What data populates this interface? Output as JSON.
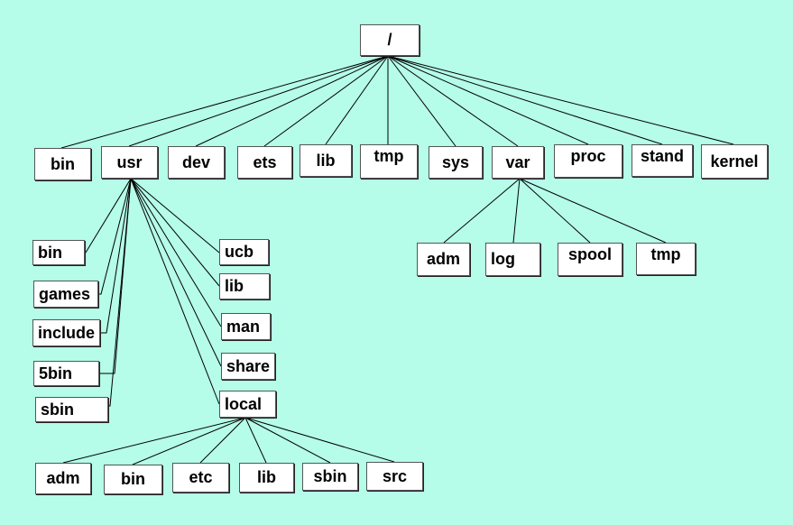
{
  "diagram": {
    "root": "/",
    "top_level": [
      "bin",
      "usr",
      "dev",
      "ets",
      "lib",
      "tmp",
      "sys",
      "var",
      "proc",
      "stand",
      "kernel"
    ],
    "usr_left": [
      "bin",
      "games",
      "include",
      "5bin",
      "sbin"
    ],
    "usr_right": [
      "ucb",
      "lib",
      "man",
      "share",
      "local"
    ],
    "local_children": [
      "adm",
      "bin",
      "etc",
      "lib",
      "sbin",
      "src"
    ],
    "var_children": [
      "adm",
      "log",
      "spool",
      "tmp"
    ]
  },
  "colors": {
    "background": "#b5fde9",
    "box": "#ffffff",
    "line": "#000000"
  }
}
